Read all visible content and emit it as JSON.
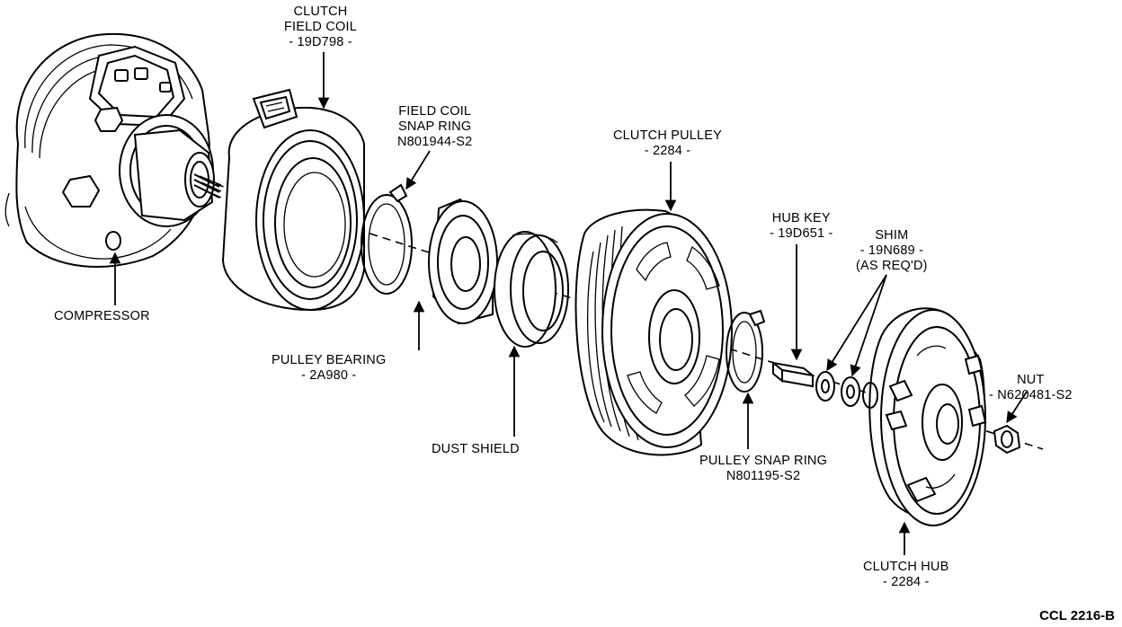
{
  "figure_ref": "CCL 2216-B",
  "parts": {
    "compressor": {
      "lines": [
        "COMPRESSOR"
      ]
    },
    "field_coil": {
      "lines": [
        "CLUTCH",
        "FIELD COIL",
        "- 19D798 -"
      ]
    },
    "field_coil_snap": {
      "lines": [
        "FIELD COIL",
        "SNAP RING",
        "N801944-S2"
      ]
    },
    "pulley_bearing": {
      "lines": [
        "PULLEY BEARING",
        "- 2A980 -"
      ]
    },
    "dust_shield": {
      "lines": [
        "DUST SHIELD"
      ]
    },
    "clutch_pulley": {
      "lines": [
        "CLUTCH PULLEY",
        "- 2284 -"
      ]
    },
    "pulley_snap": {
      "lines": [
        "PULLEY SNAP RING",
        "N801195-S2"
      ]
    },
    "hub_key": {
      "lines": [
        "HUB KEY",
        "- 19D651 -"
      ]
    },
    "shim": {
      "lines": [
        "SHIM",
        "- 19N689 -",
        "(AS REQ'D)"
      ]
    },
    "clutch_hub": {
      "lines": [
        "CLUTCH HUB",
        "- 2284 -"
      ]
    },
    "nut": {
      "lines": [
        "NUT",
        "- N620481-S2"
      ]
    }
  }
}
